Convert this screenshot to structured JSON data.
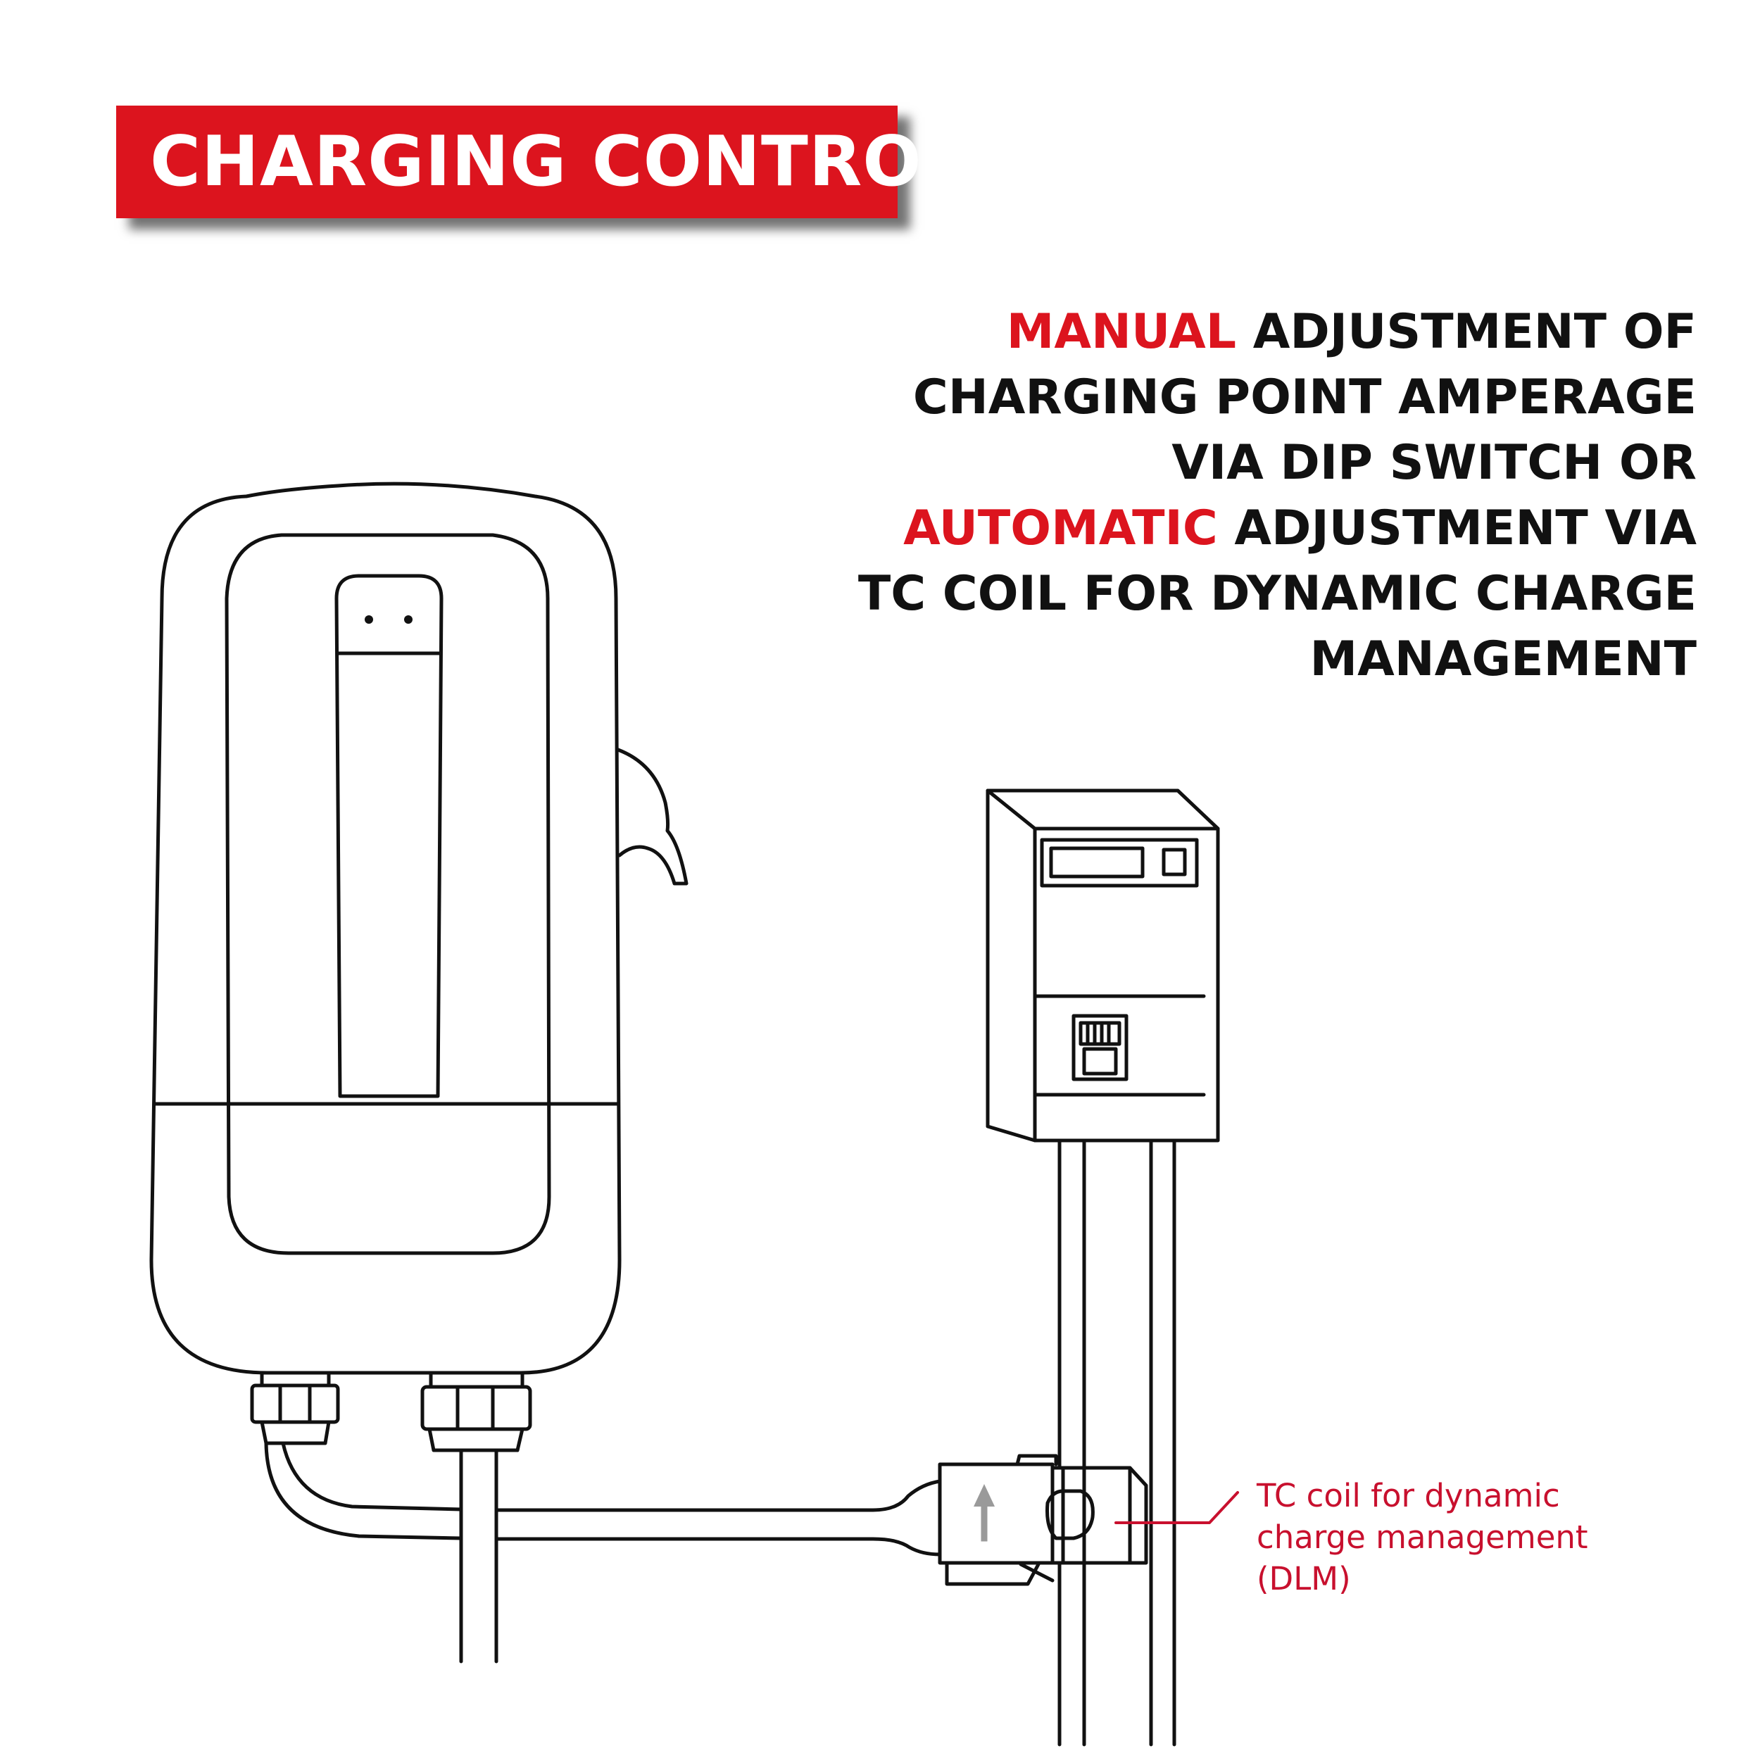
{
  "banner": {
    "title": "CHARGING CONTROL"
  },
  "headline": {
    "line1_accent": "MANUAL",
    "line1_rest": " ADJUSTMENT OF",
    "line2": "CHARGING POINT AMPERAGE",
    "line3": "VIA DIP SWITCH OR",
    "line4_accent": "AUTOMATIC",
    "line4_rest": " ADJUSTMENT VIA",
    "line5": "TC COIL FOR DYNAMIC CHARGE",
    "line6": "MANAGEMENT"
  },
  "callout": {
    "line1": "TC coil for dynamic",
    "line2": "charge management",
    "line3": "(DLM)"
  },
  "colors": {
    "accent": "#dc141e",
    "callout": "#c8102e",
    "ink": "#111111"
  }
}
